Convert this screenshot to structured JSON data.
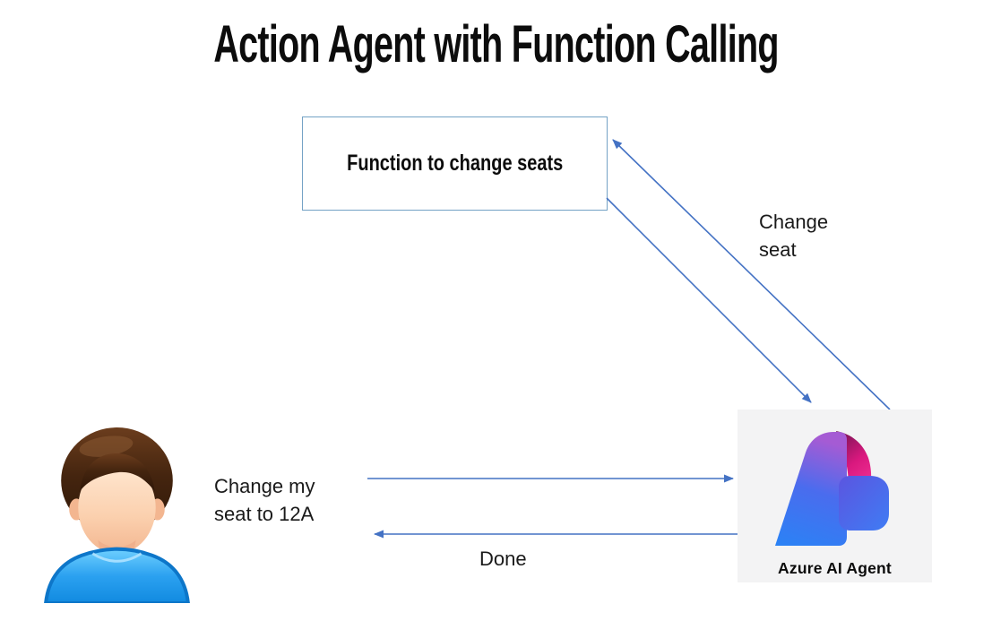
{
  "title": "Action Agent with Function Calling",
  "function_box": {
    "label": "Function to change seats"
  },
  "agent": {
    "caption": "Azure AI Agent"
  },
  "edges": {
    "change_seat": {
      "line1": "Change",
      "line2": "seat"
    },
    "user_request": {
      "line1": "Change my",
      "line2": "seat to 12A"
    },
    "done": {
      "label": "Done"
    }
  },
  "icons": {
    "user": "person-icon",
    "agent": "azure-ai-agent-logo-icon"
  },
  "colors": {
    "arrow": "#4472c4",
    "box_border": "#74a2c5",
    "agent_tile_background": "#f3f3f4",
    "text": "#111111",
    "logo_blue": "#2e7df2",
    "logo_purple": "#9a5fd6",
    "logo_pink": "#ec1f8e",
    "person_shirt_blue": "#2ba1f0",
    "person_hair_brown": "#4a2a14"
  }
}
